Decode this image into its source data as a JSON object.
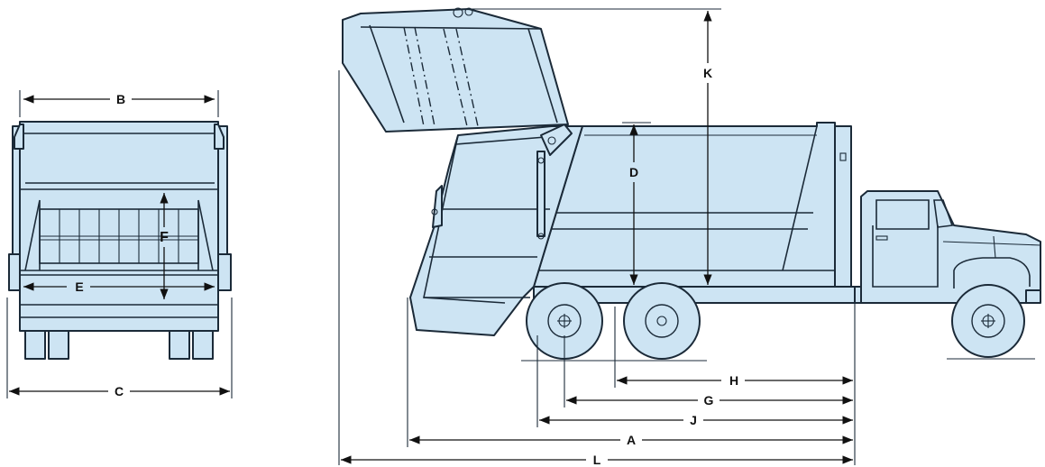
{
  "figure": {
    "colors": {
      "body_fill": "#cde4f3",
      "outline": "#1b2a38",
      "dimension_line": "#111111",
      "background": "#ffffff"
    },
    "views": [
      "rear-view",
      "side-view"
    ],
    "dimension_labels": {
      "A": "A",
      "B": "B",
      "C": "C",
      "D": "D",
      "E": "E",
      "F": "F",
      "G": "G",
      "H": "H",
      "J": "J",
      "K": "K",
      "L": "L"
    }
  }
}
